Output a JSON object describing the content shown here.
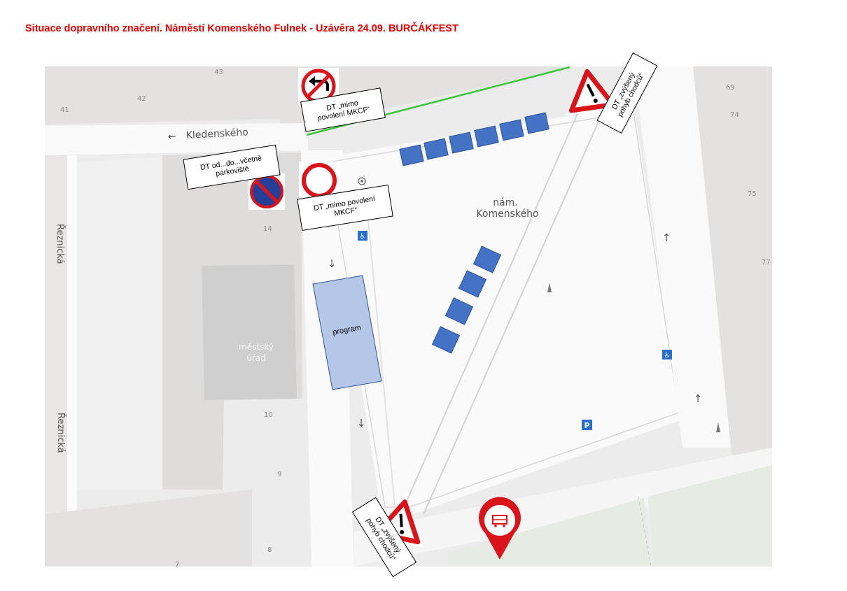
{
  "title": "Situace dopravního značení. Náměstí Komenského Fulnek  - Uzávěra 24.09. BURČÁKFEST",
  "streets": {
    "kledenskeho": "Kledenského",
    "reznicka_top": "Řeznická",
    "reznicka_bottom": "Řeznická",
    "square_line1": "nám.",
    "square_line2": "Komenského",
    "townhall_line1": "městský",
    "townhall_line2": "úřad"
  },
  "house_numbers": [
    "43",
    "42",
    "41",
    "14",
    "10",
    "9",
    "8",
    "7",
    "69",
    "74",
    "75",
    "77"
  ],
  "labels": {
    "top_no_turn_line1": "DT „mimo",
    "top_no_turn_line2": "povolení MKCF“",
    "parking_line1": "DT od...do...včetně",
    "parking_line2": "parkoviště",
    "no_entry_line1": "DT „mimo povolení",
    "no_entry_line2": "MKCF“",
    "pedestrians_top_line1": "DT „zvýšený",
    "pedestrians_top_line2": "pohyb chodců“",
    "pedestrians_bottom_line1": "DT „zvýšený",
    "pedestrians_bottom_line2": "pohyb chodců“",
    "program": "program"
  },
  "icons": [
    "no-left-turn-sign-icon",
    "no-parking-sign-icon",
    "no-entry-sign-icon",
    "pedestrian-warning-sign-icon",
    "wheelchair-icon",
    "parking-icon",
    "bus-stop-pin-icon",
    "arrow-icon",
    "monument-icon"
  ],
  "colors": {
    "title": "#e00000",
    "stall": "#4472c4",
    "program": "#b4c7e7",
    "sign_red": "#d9151b",
    "boundary_green": "#3cc63c"
  }
}
